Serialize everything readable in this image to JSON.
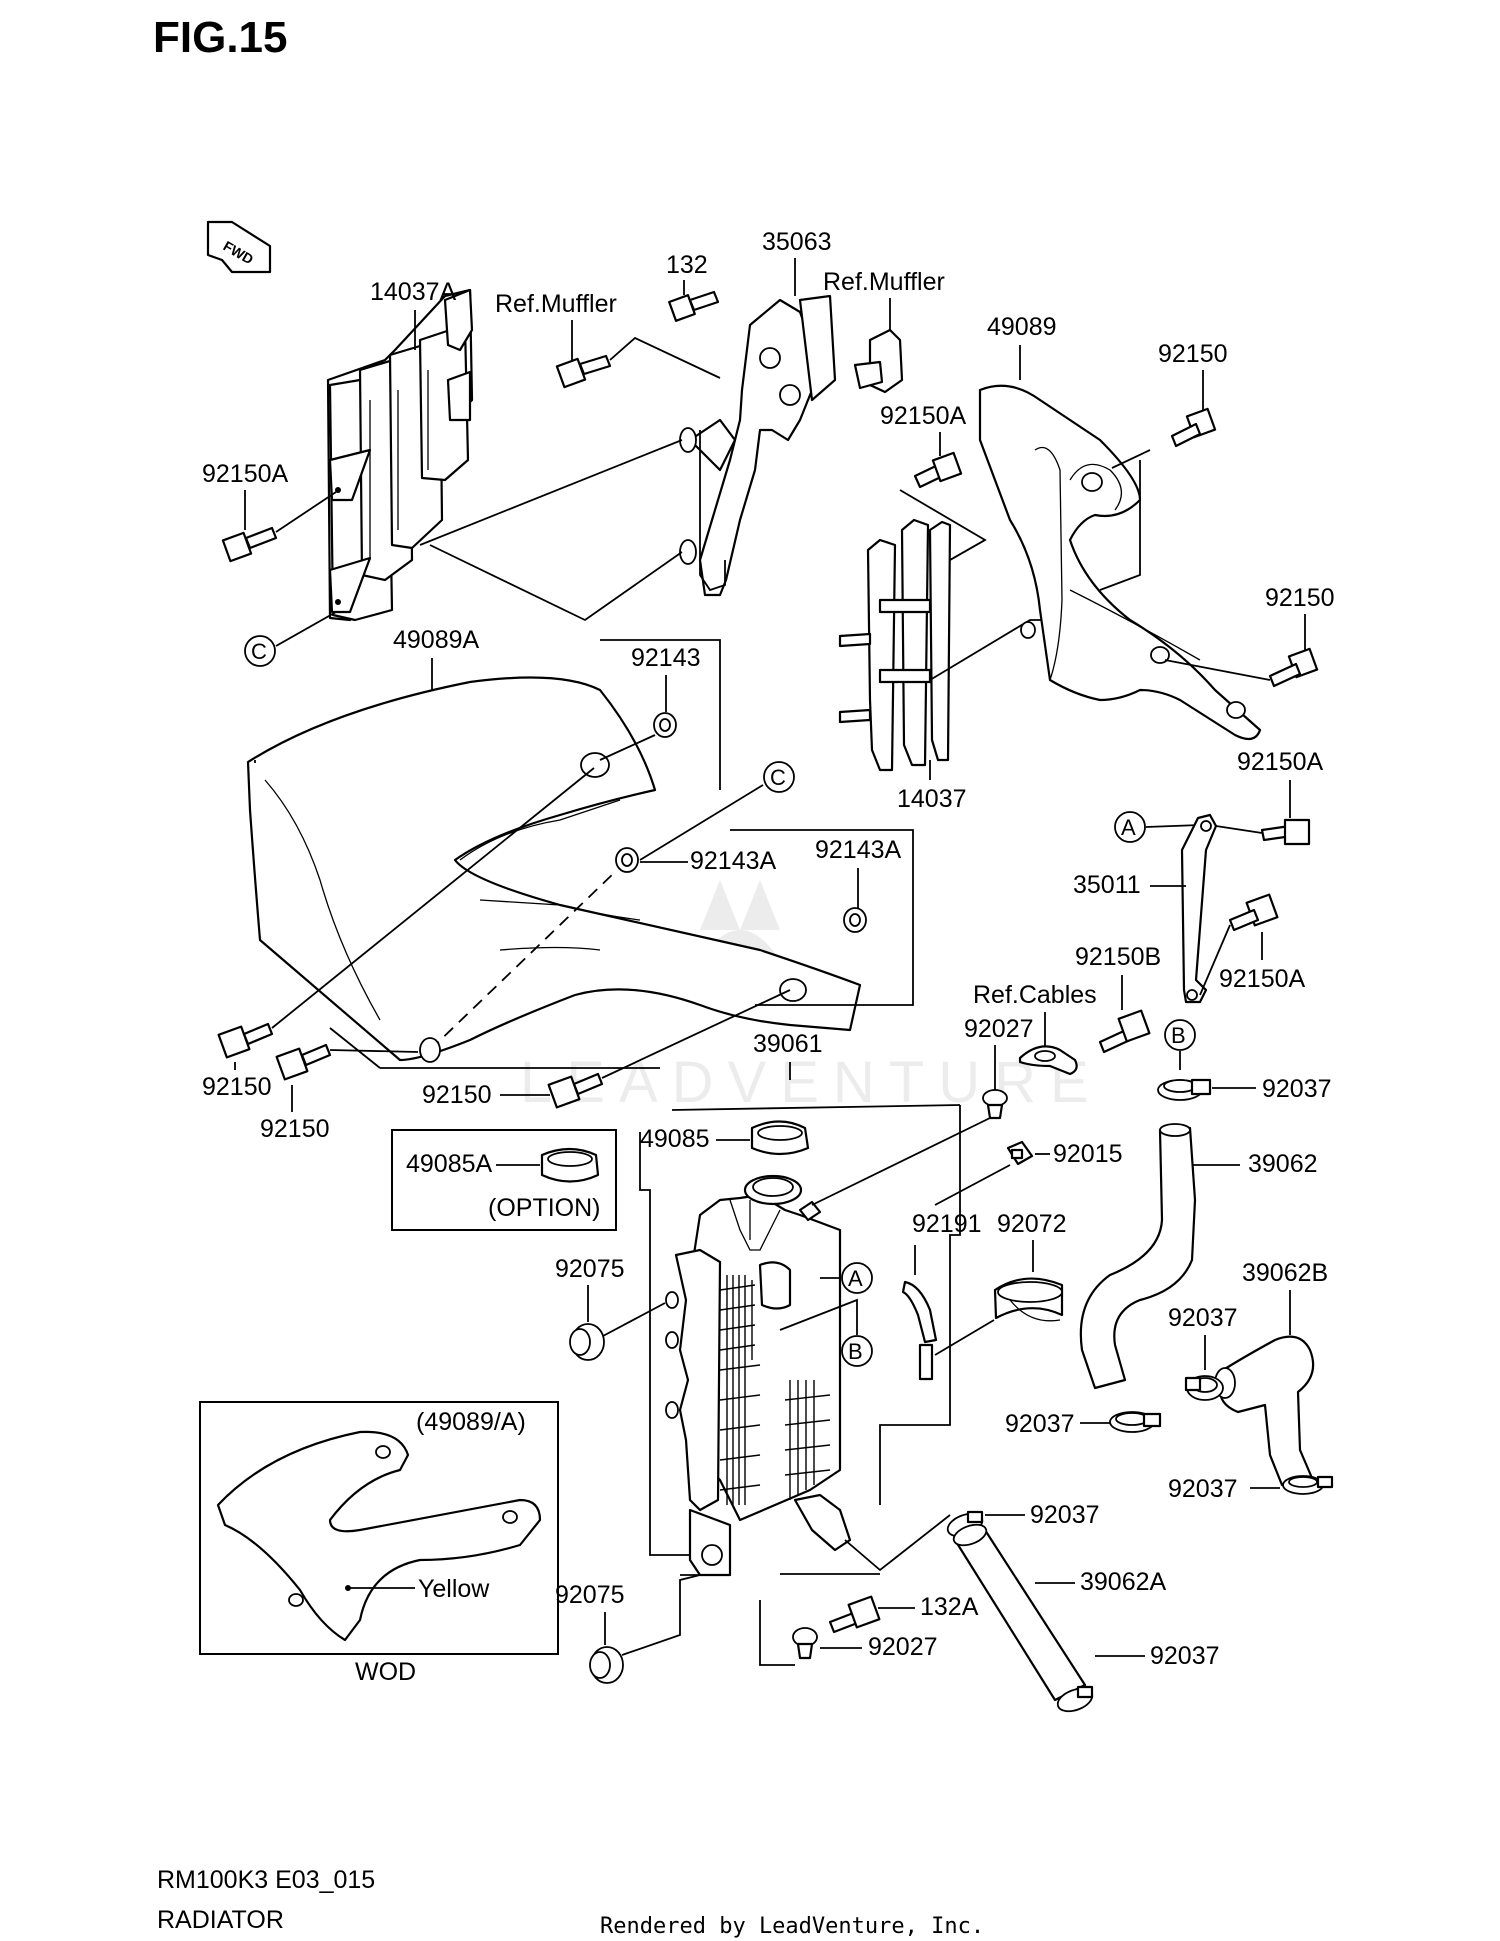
{
  "figure_title": "FIG.15",
  "fwd_arrow_label": "FWD",
  "watermark": "LEADVENTURE",
  "footer": {
    "model_code": "RM100K3 E03_015",
    "section_name": "RADIATOR",
    "rendered_by": "Rendered by LeadVenture, Inc."
  },
  "callouts": {
    "c1": "14037A",
    "c2": "Ref.Muffler",
    "c3": "132",
    "c4": "35063",
    "c5": "Ref.Muffler",
    "c6": "49089",
    "c7": "92150",
    "c8": "92150A",
    "c9": "92150A",
    "c10": "92150",
    "c11": "49089A",
    "c12": "92143",
    "c13": "14037",
    "c14": "92150A",
    "c15": "92143A",
    "c16": "92143A",
    "c17": "35011",
    "c18": "92150B",
    "c19": "92150A",
    "c20": "Ref.Cables",
    "c21": "92150",
    "c22": "39061",
    "c23": "92027",
    "c24": "92150",
    "c25": "92150",
    "c26": "92037",
    "c27": "49085",
    "c28": "49085A",
    "c29": "(OPTION)",
    "c30": "92015",
    "c31": "39062",
    "c32": "92191",
    "c33": "92072",
    "c34": "92075",
    "c35": "39062B",
    "c36": "92037",
    "c37": "(49089/A)",
    "c38": "92037",
    "c39": "Yellow",
    "c40": "92037",
    "c41": "92037",
    "c42": "39062A",
    "c43": "92075",
    "c44": "132A",
    "c45": "92027",
    "c46": "92037",
    "c47": "WOD"
  },
  "reference_markers": {
    "c_upper": "C",
    "c_lower": "C",
    "a_upper": "A",
    "a_lower": "A",
    "b_upper": "B",
    "b_lower": "B"
  }
}
